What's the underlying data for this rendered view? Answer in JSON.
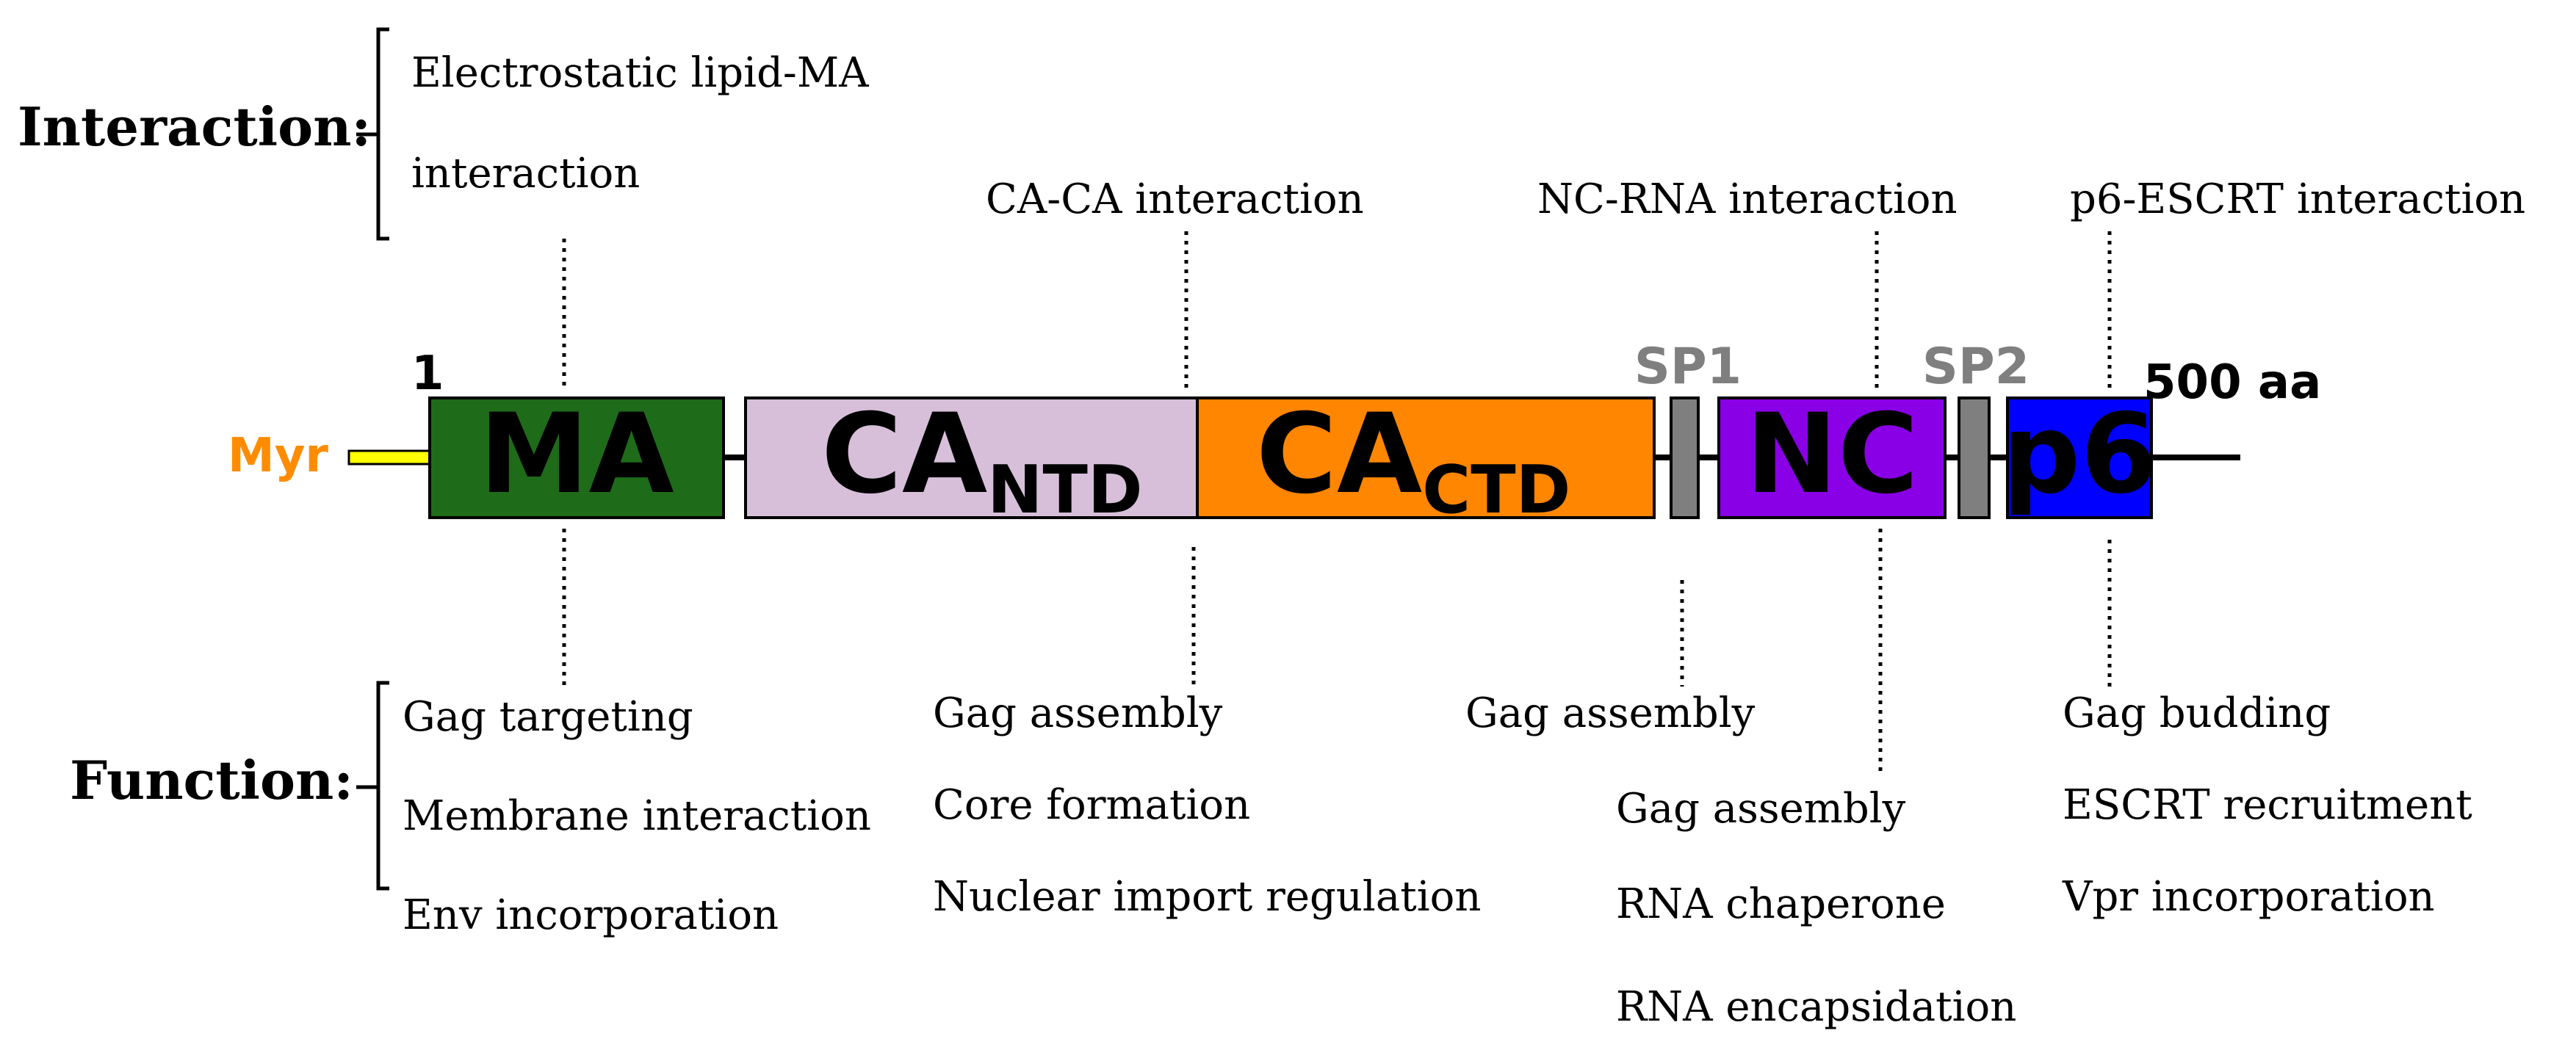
{
  "headings": {
    "interaction": "Interaction:",
    "function": "Function:"
  },
  "ends": {
    "start": "1",
    "end": "500 aa",
    "myr": "Myr"
  },
  "domains": {
    "ma": {
      "label": "MA",
      "color": "#1e6b19"
    },
    "ca_ntd": {
      "label": "CA",
      "sub": "NTD",
      "color": "#d7bfda"
    },
    "ca_ctd": {
      "label": "CA",
      "sub": "CTD",
      "color": "#ff8600"
    },
    "sp1": {
      "label": "SP1",
      "color": "#7f7f7f"
    },
    "nc": {
      "label": "NC",
      "color": "#8a00e6"
    },
    "sp2": {
      "label": "SP2",
      "color": "#7f7f7f"
    },
    "p6": {
      "label": "p6",
      "color": "#0000ff"
    }
  },
  "colors": {
    "myr_text": "#ff8c00",
    "myr_anchor": "#ffff00",
    "spacer_text": "#7f7f7f"
  },
  "interactions": {
    "ma_line1": "Electrostatic lipid-MA",
    "ma_line2": "interaction",
    "ca": "CA-CA interaction",
    "nc": "NC-RNA interaction",
    "p6": "p6-ESCRT interaction"
  },
  "functions": {
    "ma": [
      "Gag targeting",
      "Membrane interaction",
      "Env incorporation"
    ],
    "ca": [
      "Gag assembly",
      "Core formation",
      "Nuclear import regulation"
    ],
    "sp1": [
      "Gag assembly"
    ],
    "nc": [
      "Gag assembly",
      "RNA chaperone",
      "RNA encapsidation"
    ],
    "p6": [
      "Gag budding",
      "ESCRT recruitment",
      "Vpr incorporation"
    ]
  }
}
